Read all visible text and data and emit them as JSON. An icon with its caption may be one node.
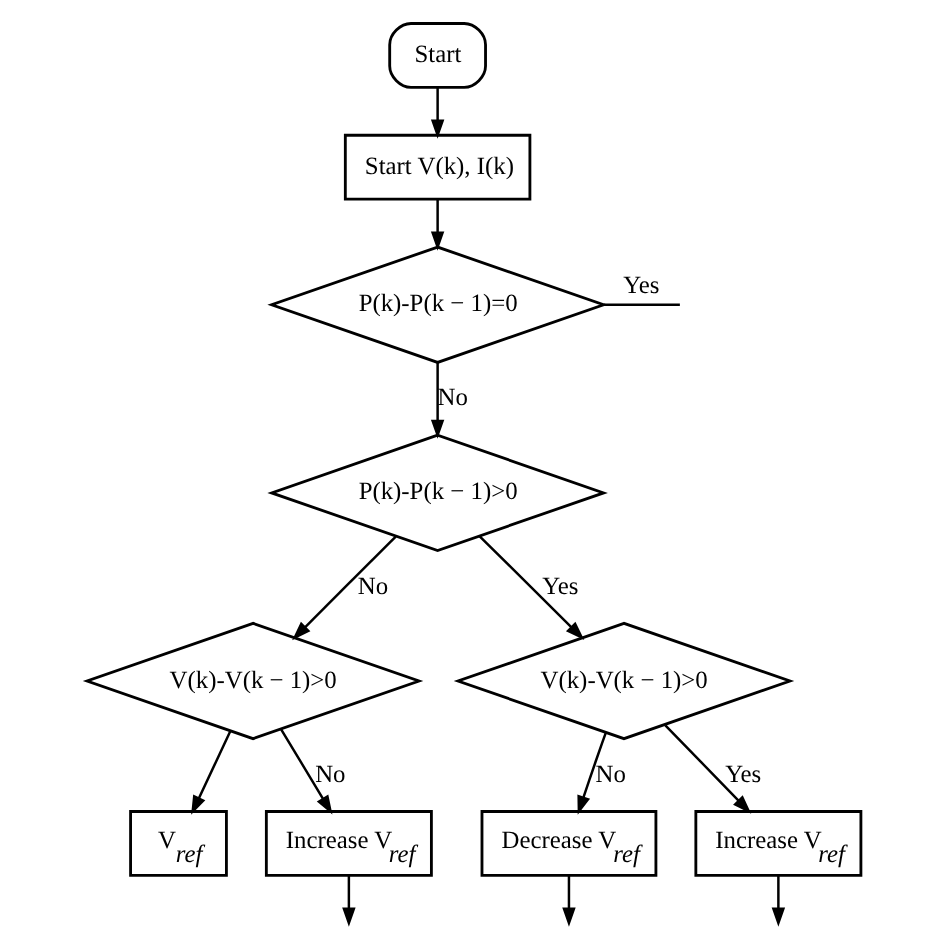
{
  "diagram": {
    "nodes": [
      {
        "text": [
          "Start"
        ]
      },
      {
        "text": [
          "Start V(k), I(k)"
        ]
      },
      {
        "text": [
          "P(k)-P(k − 1)=0"
        ]
      },
      {
        "text": [
          "P(k)-P(k − 1)>0"
        ]
      },
      {
        "text": [
          "V(k)-V(k − 1)>0"
        ]
      },
      {
        "text": [
          "V(k)-V(k − 1)>0"
        ]
      },
      {
        "text": [
          "V$_{ref}$"
        ]
      },
      {
        "text": [
          "Increase V$_{ref}$"
        ]
      },
      {
        "text": [
          "Decrease V$_{ref}$"
        ]
      },
      {
        "text": [
          "Increase V$_{ref}$"
        ]
      }
    ],
    "edges": [
      {
        "from": 0,
        "to": 1,
        "arrow": "to"
      },
      {
        "from": 1,
        "to": 2,
        "arrow": "to"
      },
      {
        "from": 2,
        "to": null,
        "arrow": "none",
        "label": "Yes"
      },
      {
        "from": 2,
        "to": 3,
        "arrow": "to",
        "label": "No"
      },
      {
        "from": 3,
        "to": 4,
        "arrow": "to",
        "label": "No"
      },
      {
        "from": 3,
        "to": 5,
        "arrow": "to",
        "label": "Yes"
      },
      {
        "from": 4,
        "to": 6,
        "arrow": "to"
      },
      {
        "from": 4,
        "to": 7,
        "arrow": "to",
        "label": "No"
      },
      {
        "from": 5,
        "to": 8,
        "arrow": "to",
        "label": "No"
      },
      {
        "from": 5,
        "to": 9,
        "arrow": "to",
        "label": "Yes"
      },
      {
        "from": 7,
        "to": null,
        "arrow": "to"
      },
      {
        "from": 8,
        "to": null,
        "arrow": "to"
      },
      {
        "from": 9,
        "to": null,
        "arrow": "to"
      }
    ]
  }
}
